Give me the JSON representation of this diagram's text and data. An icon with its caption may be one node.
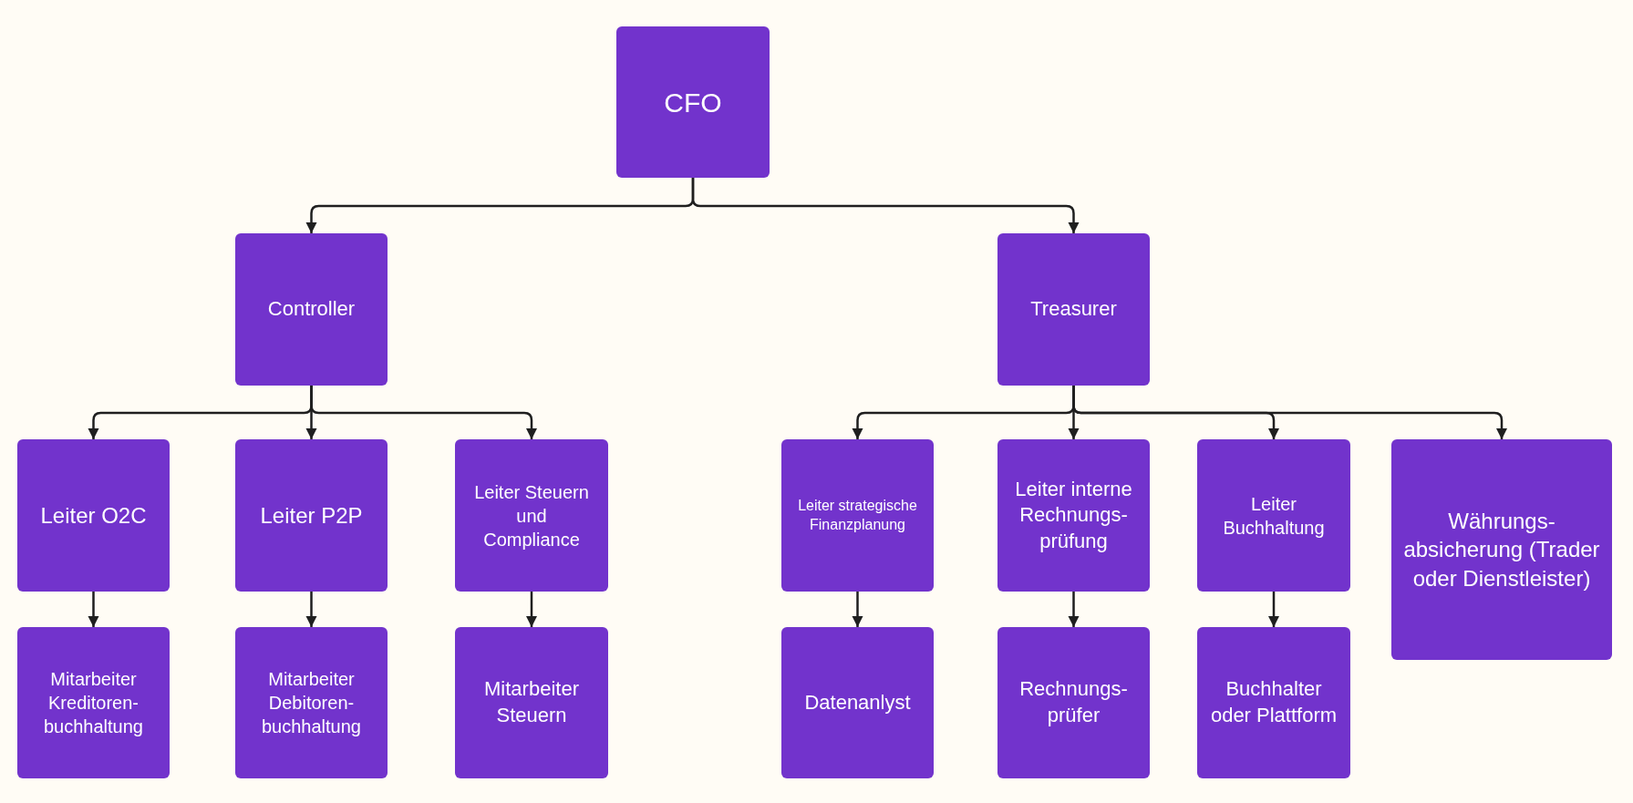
{
  "diagram": {
    "nodes": [
      {
        "text": [
          "CFO"
        ]
      },
      {
        "text": [
          "Controller"
        ]
      },
      {
        "text": [
          "Treasurer"
        ]
      },
      {
        "text": [
          "Leiter O2C"
        ]
      },
      {
        "text": [
          "Leiter P2P"
        ]
      },
      {
        "text": [
          "Leiter Steuern und Compliance"
        ]
      },
      {
        "text": [
          "Leiter strategische Finanzplanung"
        ]
      },
      {
        "text": [
          "Leiter interne Rechnungs- prüfung"
        ]
      },
      {
        "text": [
          "Leiter Buchhaltung"
        ]
      },
      {
        "text": [
          "Währungs- absicherung (Trader oder Dienstleister)"
        ]
      },
      {
        "text": [
          "Mitarbeiter Kreditoren- buchhaltung"
        ]
      },
      {
        "text": [
          "Mitarbeiter Debitoren- buchhaltung"
        ]
      },
      {
        "text": [
          "Mitarbeiter Steuern"
        ]
      },
      {
        "text": [
          "Datenanlyst"
        ]
      },
      {
        "text": [
          "Rechnungs- prüfer"
        ]
      },
      {
        "text": [
          "Buchhalter oder Plattform"
        ]
      }
    ],
    "edges": [
      {
        "from": 0,
        "to": 1,
        "arrow": "to"
      },
      {
        "from": 0,
        "to": 2,
        "arrow": "to"
      },
      {
        "from": 1,
        "to": 3,
        "arrow": "to"
      },
      {
        "from": 1,
        "to": 4,
        "arrow": "to"
      },
      {
        "from": 1,
        "to": 5,
        "arrow": "to"
      },
      {
        "from": 2,
        "to": 6,
        "arrow": "to"
      },
      {
        "from": 2,
        "to": 7,
        "arrow": "to"
      },
      {
        "from": 2,
        "to": 8,
        "arrow": "to"
      },
      {
        "from": 2,
        "to": 9,
        "arrow": "to"
      },
      {
        "from": 3,
        "to": 10,
        "arrow": "to"
      },
      {
        "from": 4,
        "to": 11,
        "arrow": "to"
      },
      {
        "from": 5,
        "to": 12,
        "arrow": "to"
      },
      {
        "from": 6,
        "to": 13,
        "arrow": "to"
      },
      {
        "from": 7,
        "to": 14,
        "arrow": "to"
      },
      {
        "from": 8,
        "to": 15,
        "arrow": "to"
      }
    ]
  }
}
